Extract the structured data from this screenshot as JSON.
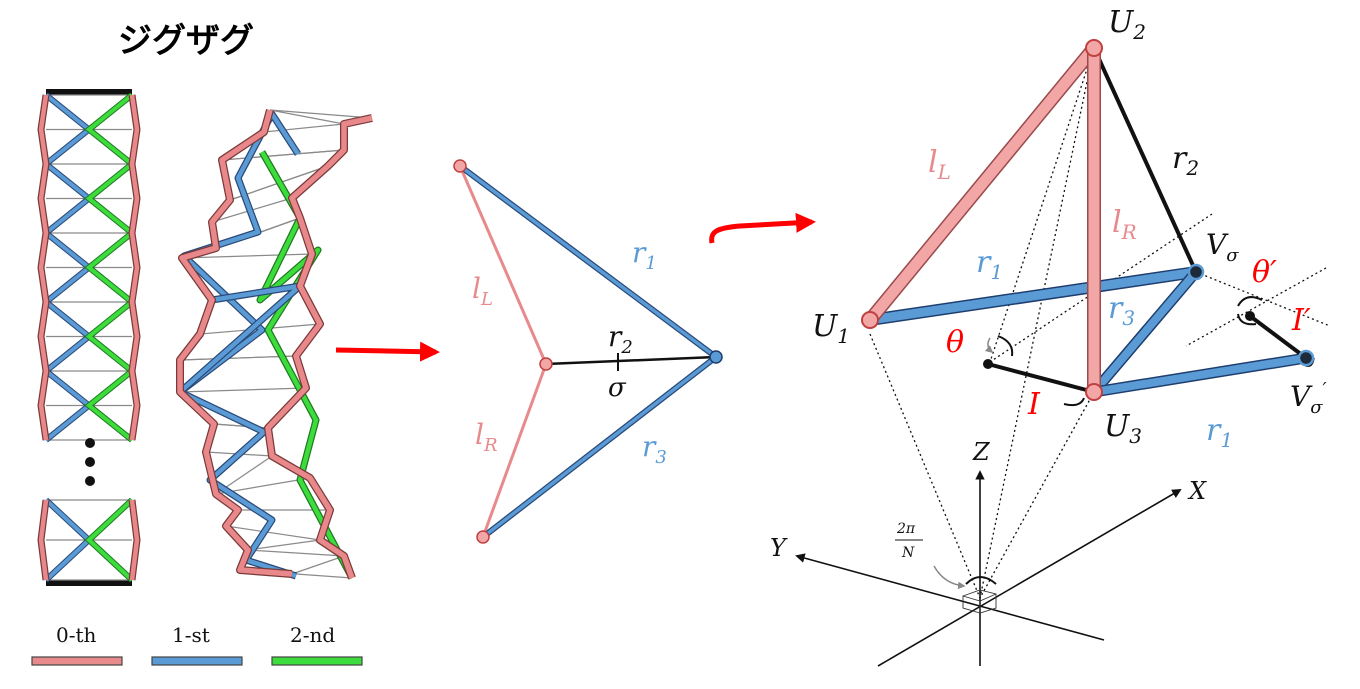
{
  "title": "ジグザグ",
  "colors": {
    "pink": "#e8888a",
    "pink_fill": "#f2a6a6",
    "blue": "#5b9bd5",
    "green": "#3ddc3d",
    "red_arrow": "#ff0000",
    "dark": "#111111",
    "gray": "#999999"
  },
  "legend": [
    {
      "label": "0-th",
      "color": "#e88a8c"
    },
    {
      "label": "1-st",
      "color": "#5b9bd5"
    },
    {
      "label": "2-nd",
      "color": "#3ddc3d"
    }
  ],
  "triangle_labels": {
    "lL": "l",
    "lL_sub": "L",
    "lR": "l",
    "lR_sub": "R",
    "r1": "r",
    "r1_sub": "1",
    "r2": "r",
    "r2_sub": "2",
    "r3": "r",
    "r3_sub": "3",
    "sigma": "σ"
  },
  "tetra_labels": {
    "U1": "U",
    "U1_sub": "1",
    "U2": "U",
    "U2_sub": "2",
    "U3": "U",
    "U3_sub": "3",
    "Vs": "V",
    "Vs_sub": "σ",
    "Vsp": "V",
    "Vsp_sub": "σ",
    "Vsp_prime": "′",
    "lL": "l",
    "lL_sub": "L",
    "lR": "l",
    "lR_sub": "R",
    "r1a": "r",
    "r1a_sub": "1",
    "r1b": "r",
    "r1b_sub": "1",
    "r2": "r",
    "r2_sub": "2",
    "r3": "r",
    "r3_sub": "3",
    "theta": "θ",
    "theta_p": "θ′",
    "I": "I",
    "I_p": "I′"
  },
  "axes": {
    "X": "X",
    "Y": "Y",
    "Z": "Z",
    "angle_num": "2π",
    "angle_den": "N"
  },
  "dots": "⋮"
}
